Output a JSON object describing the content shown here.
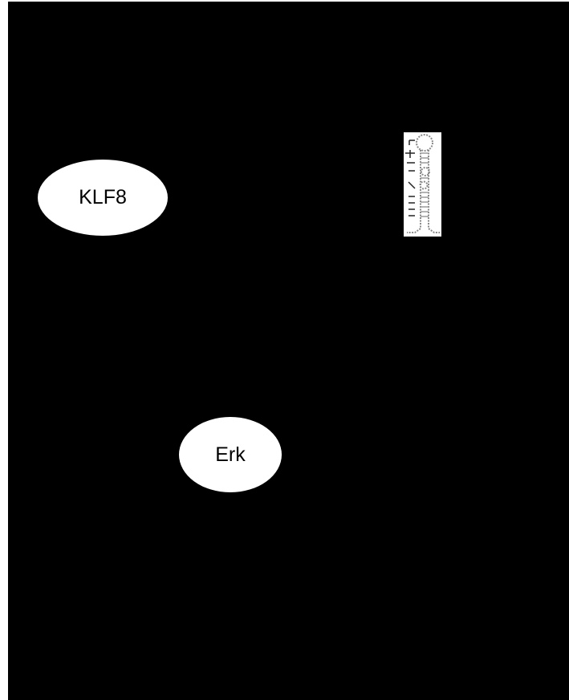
{
  "diagram": {
    "background_color": "#000000",
    "nodes": [
      {
        "id": "klf8",
        "label": "KLF8"
      },
      {
        "id": "erk",
        "label": "Erk"
      }
    ],
    "icons": {
      "hairpin": "rna-hairpin-icon"
    }
  }
}
